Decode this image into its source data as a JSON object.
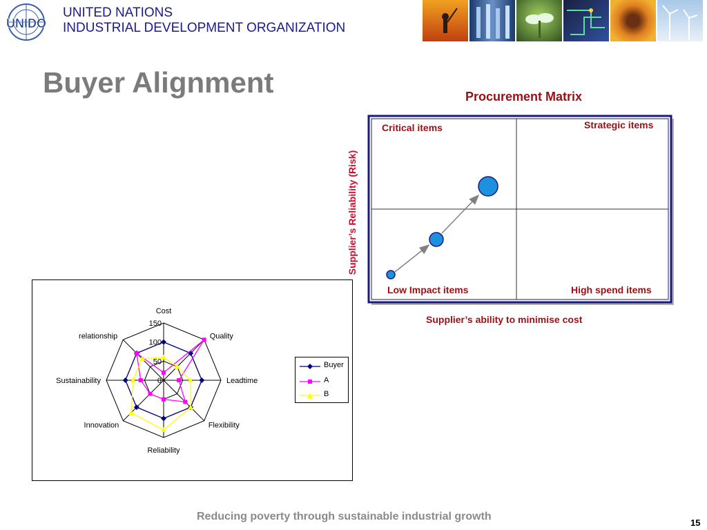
{
  "header": {
    "logo_text": "UNIDO",
    "org_line1": "UNITED NATIONS",
    "org_line2": "INDUSTRIAL DEVELOPMENT ORGANIZATION"
  },
  "slide": {
    "title": "Buyer Alignment",
    "footer": "Reducing poverty through sustainable industrial growth",
    "page_number": "15"
  },
  "matrix": {
    "title": "Procurement Matrix",
    "y_axis_label": "Supplier’s Reliability (Risk)",
    "x_axis_label": "Supplier’s ability to minimise cost",
    "quadrants": {
      "top_left": "Critical items",
      "top_right": "Strategic items",
      "bottom_left": "Low Impact items",
      "bottom_right": "High spend items"
    },
    "colors": {
      "label": "#9b0f14",
      "frame": "#1a1a7a",
      "point": "#1e90e0"
    }
  },
  "chart_data": {
    "type": "radar",
    "categories": [
      "Cost",
      "Quality",
      "Leadtime",
      "Flexibility",
      "Reliability",
      "Innovation",
      "Sustainability",
      "relationship"
    ],
    "tick_labels": [
      "0",
      "50",
      "100",
      "150"
    ],
    "rlim": [
      0,
      150
    ],
    "legend_placement": "right",
    "series": [
      {
        "name": "Buyer",
        "color": "#000080",
        "values": [
          100,
          100,
          100,
          100,
          100,
          100,
          100,
          100
        ]
      },
      {
        "name": "A",
        "color": "#ff00ff",
        "values": [
          20,
          150,
          40,
          80,
          50,
          50,
          60,
          100
        ]
      },
      {
        "name": "B",
        "color": "#ffff00",
        "values": [
          60,
          50,
          70,
          100,
          130,
          120,
          80,
          80
        ]
      }
    ]
  }
}
